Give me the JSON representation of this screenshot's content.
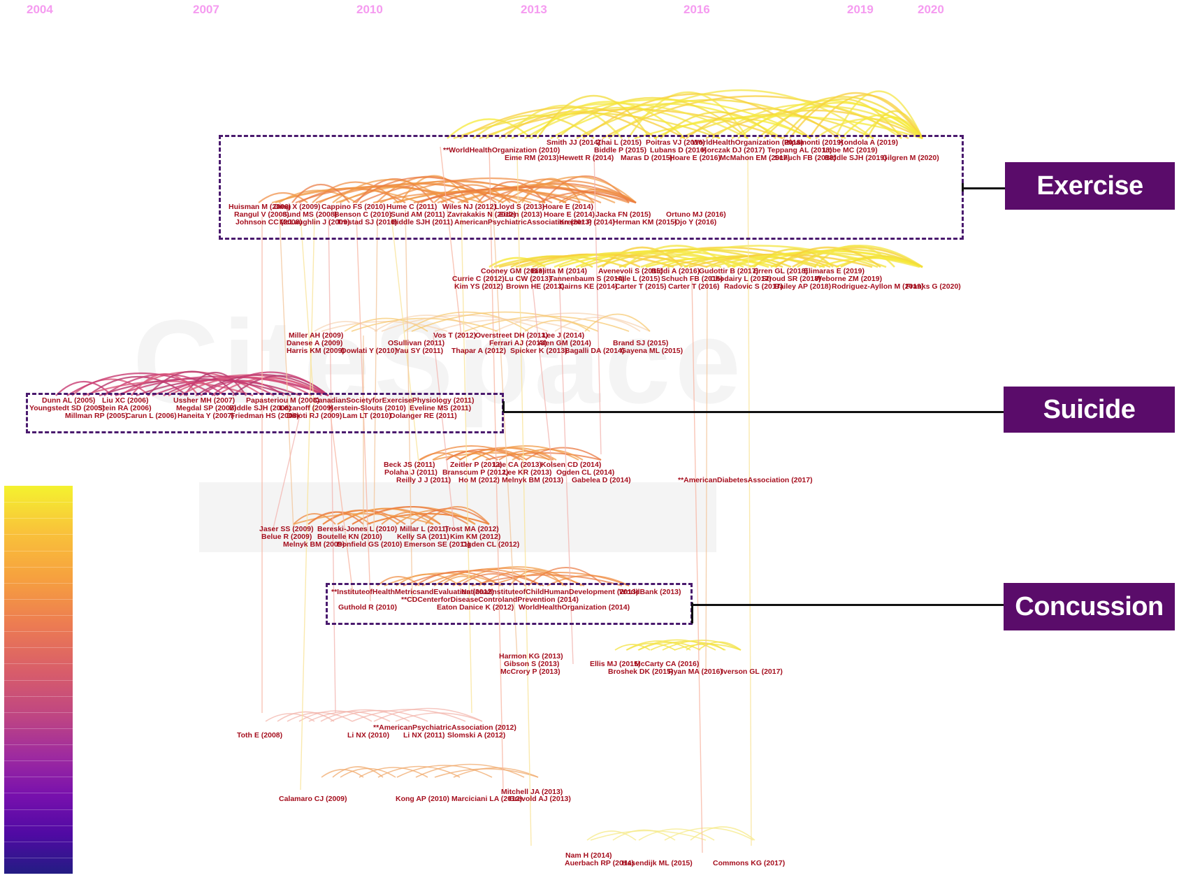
{
  "timeline": {
    "years": [
      {
        "label": "2004"
      },
      {
        "label": "2007"
      },
      {
        "label": "2010"
      },
      {
        "label": "2013"
      },
      {
        "label": "2016"
      },
      {
        "label": "2019"
      },
      {
        "label": "2020"
      }
    ]
  },
  "clusters": [
    {
      "label": "Exercise"
    },
    {
      "label": "Suicide"
    },
    {
      "label": "Concussion"
    }
  ],
  "colors": {
    "node_text": "#a50f1e",
    "badge": "#5a0c6a",
    "year_label": "#f59bf0",
    "scale_top": "#f4f22f",
    "scale_bottom": "#231c83"
  },
  "nodes": [
    {
      "text": "Smith JJ (2014)"
    },
    {
      "text": "Zhai L (2015)"
    },
    {
      "text": "Poitras VJ (2016)"
    },
    {
      "text": "WorldHealthOrganization (2018)"
    },
    {
      "text": "Ripamonti (2019)"
    },
    {
      "text": "Kondola A (2019)"
    },
    {
      "text": "**WorldHealthOrganization (2010)"
    },
    {
      "text": "Lubans D (2016)"
    },
    {
      "text": "Biddle P (2015)"
    },
    {
      "text": "Korczak DJ (2017)"
    },
    {
      "text": "Teppang AL (2018)"
    },
    {
      "text": "Lobe MC (2019)"
    },
    {
      "text": "Eime RM (2013)"
    },
    {
      "text": "Hewett R (2014)"
    },
    {
      "text": "Maras D (2015)"
    },
    {
      "text": "Hoare E (2016)"
    },
    {
      "text": "McMahon EM (2017)"
    },
    {
      "text": "Schuch FB (2018)"
    },
    {
      "text": "Biddle SJH (2019)"
    },
    {
      "text": "Gilgren M (2020)"
    },
    {
      "text": "Huisman M (2006)"
    },
    {
      "text": "Ding X (2009)"
    },
    {
      "text": "Cappino FS (2010)"
    },
    {
      "text": "Hume C (2011)"
    },
    {
      "text": "Wiles NJ (2012)"
    },
    {
      "text": "Lloyd S (2013)"
    },
    {
      "text": "Hoare E (2014)"
    },
    {
      "text": "Rangul V (2008)"
    },
    {
      "text": "Sund MS (2008)"
    },
    {
      "text": "Benson C (2010)"
    },
    {
      "text": "Sund AM (2011)"
    },
    {
      "text": "Zavrakakis N (2012)"
    },
    {
      "text": "Eiden (2013)"
    },
    {
      "text": "Hoare E (2014)"
    },
    {
      "text": "Jacka FN (2015)"
    },
    {
      "text": "Ortuno MJ (2016)"
    },
    {
      "text": "Johnson CC (2008)"
    },
    {
      "text": "McLaughlin J (2009)"
    },
    {
      "text": "Trestad SJ (2010)"
    },
    {
      "text": "Biddle SJH (2011)"
    },
    {
      "text": "AmericanPsychiatricAssociation (2013)"
    },
    {
      "text": "Kremer P (2014)"
    },
    {
      "text": "Herman KM (2015)"
    },
    {
      "text": "Ojo Y (2016)"
    },
    {
      "text": "Cooney GM (2013)"
    },
    {
      "text": "Bielitta M (2014)"
    },
    {
      "text": "Avenevoli S (2015)"
    },
    {
      "text": "Biddi A (2016)"
    },
    {
      "text": "Gudottir B (2017)"
    },
    {
      "text": "Erren GL (2018)"
    },
    {
      "text": "Elimaras E (2019)"
    },
    {
      "text": "Currie C (2012)"
    },
    {
      "text": "Lu CW (2013)"
    },
    {
      "text": "Tannenbaum S (2014)"
    },
    {
      "text": "Hale L (2015)"
    },
    {
      "text": "Schuch FB (2016)"
    },
    {
      "text": "Chodairy L (2017)"
    },
    {
      "text": "Stroud SR (2018)"
    },
    {
      "text": "Weborne ZM (2019)"
    },
    {
      "text": "Kim YS (2012)"
    },
    {
      "text": "Brown HE (2013)"
    },
    {
      "text": "Cairns KE (2014)"
    },
    {
      "text": "Carter T (2015)"
    },
    {
      "text": "Carter T (2016)"
    },
    {
      "text": "Radovic S (2017)"
    },
    {
      "text": "Bailey AP (2018)"
    },
    {
      "text": "Rodriguez-Ayllon M (2019)"
    },
    {
      "text": "Franks G (2020)"
    },
    {
      "text": "Miller AH (2009)"
    },
    {
      "text": "Danese A (2009)"
    },
    {
      "text": "Harris KM (2009)"
    },
    {
      "text": "Dowlati Y (2010)"
    },
    {
      "text": "OSullivan (2011)"
    },
    {
      "text": "Yau SY (2011)"
    },
    {
      "text": "Vos T (2012)"
    },
    {
      "text": "Overstreet DH (2013)"
    },
    {
      "text": "Lee J (2014)"
    },
    {
      "text": "Ferrari AJ (2013)"
    },
    {
      "text": "Alen GM (2014)"
    },
    {
      "text": "Brand SJ (2015)"
    },
    {
      "text": "Thapar A (2012)"
    },
    {
      "text": "Spicker K (2013)"
    },
    {
      "text": "Bagalli DA (2014)"
    },
    {
      "text": "Gayena ML (2015)"
    },
    {
      "text": "Dunn AL (2005)"
    },
    {
      "text": "Liu XC (2006)"
    },
    {
      "text": "Ussher MH (2007)"
    },
    {
      "text": "Papasteriou M (2008)"
    },
    {
      "text": "CanadianSocietyforExercisePhysiology (2011)"
    },
    {
      "text": "Youngstedt SD (2005)"
    },
    {
      "text": "Stein RA (2006)"
    },
    {
      "text": "Megdal SP (2007)"
    },
    {
      "text": "Biddle SJH (2008)"
    },
    {
      "text": "Lozanoff (2009)"
    },
    {
      "text": "Kerstein-Slouts (2010)"
    },
    {
      "text": "Eveline MS (2011)"
    },
    {
      "text": "Millman RP (2005)"
    },
    {
      "text": "Carun L (2006)"
    },
    {
      "text": "Haneita Y (2007)"
    },
    {
      "text": "Friedman HS (2008)"
    },
    {
      "text": "Dinoti RJ (2009)"
    },
    {
      "text": "Lam LT (2010)"
    },
    {
      "text": "Dolanger RE (2011)"
    },
    {
      "text": "Beck JS (2011)"
    },
    {
      "text": "Zeitler P (2012)"
    },
    {
      "text": "Lee CA (2013)"
    },
    {
      "text": "Kolsen CD (2014)"
    },
    {
      "text": "Polaha J (2011)"
    },
    {
      "text": "Branscum P (2012)"
    },
    {
      "text": "Lee KR (2013)"
    },
    {
      "text": "Ogden CL (2014)"
    },
    {
      "text": "Reilly J J (2011)"
    },
    {
      "text": "Ho M (2012)"
    },
    {
      "text": "Melnyk BM (2013)"
    },
    {
      "text": "Gabelea D (2014)"
    },
    {
      "text": "**AmericanDiabetesAssociation (2017)"
    },
    {
      "text": "Jaser SS (2009)"
    },
    {
      "text": "Bereski-Jones L (2010)"
    },
    {
      "text": "Millar L (2011)"
    },
    {
      "text": "Trost MA (2012)"
    },
    {
      "text": "Belue R (2009)"
    },
    {
      "text": "Boutelle KN (2010)"
    },
    {
      "text": "Kelly SA (2011)"
    },
    {
      "text": "Kim KM (2012)"
    },
    {
      "text": "Melnyk BM (2009)"
    },
    {
      "text": "Bonfield GS (2010)"
    },
    {
      "text": "Emerson SE (2011)"
    },
    {
      "text": "Ogden CL (2012)"
    },
    {
      "text": "**InstituteofHealthMetricsandEvaluation (2012)"
    },
    {
      "text": "NationalInstituteofChildHumanDevelopment (2013)"
    },
    {
      "text": "WorldBank (2013)"
    },
    {
      "text": "**CDCenterforDiseaseControlandPrevention (2014)"
    },
    {
      "text": "Guthold R (2010)"
    },
    {
      "text": "Eaton Danice K (2012)"
    },
    {
      "text": "WorldHealthOrganization (2014)"
    },
    {
      "text": "Harmon KG (2013)"
    },
    {
      "text": "Gibson S (2013)"
    },
    {
      "text": "McCrory P (2013)"
    },
    {
      "text": "Ellis MJ (2015)"
    },
    {
      "text": "McCarty CA (2016)"
    },
    {
      "text": "Broshek DK (2015)"
    },
    {
      "text": "Ryan MA (2016)"
    },
    {
      "text": "Iverson GL (2017)"
    },
    {
      "text": "**AmericanPsychiatricAssociation (2012)"
    },
    {
      "text": "Toth E (2008)"
    },
    {
      "text": "Li NX (2010)"
    },
    {
      "text": "Li NX (2011)"
    },
    {
      "text": "Slomski A (2012)"
    },
    {
      "text": "Calamaro CJ (2009)"
    },
    {
      "text": "Mitchell JA (2013)"
    },
    {
      "text": "Kong AP (2010)"
    },
    {
      "text": "Marciciani LA (2012)"
    },
    {
      "text": "Grevold AJ (2013)"
    },
    {
      "text": "Nam H (2014)"
    },
    {
      "text": "Auerbach RP (2014)"
    },
    {
      "text": "Hasendijk ML (2015)"
    },
    {
      "text": "Commons KG (2017)"
    }
  ],
  "legend": {
    "scale": "year-color",
    "from": "2004",
    "to": "2020"
  }
}
